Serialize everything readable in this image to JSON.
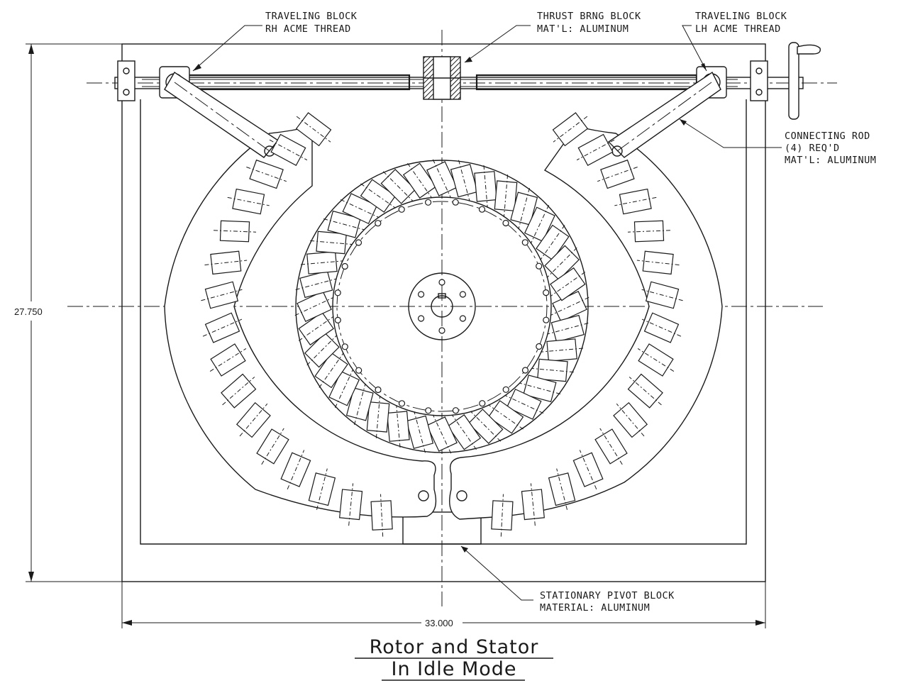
{
  "labels": {
    "traveling_block_rh": [
      "TRAVELING BLOCK",
      "RH ACME THREAD"
    ],
    "thrust_brng_block": [
      "THRUST BRNG BLOCK",
      "MAT'L: ALUMINUM"
    ],
    "traveling_block_lh": [
      "TRAVELING BLOCK",
      "LH ACME THREAD"
    ],
    "connecting_rod": [
      "CONNECTING ROD",
      "(4) REQ'D",
      "MAT'L: ALUMINUM"
    ],
    "stationary_pivot_block": [
      "STATIONARY PIVOT BLOCK",
      "MATERIAL: ALUMINUM"
    ]
  },
  "dimensions": {
    "height": "27.750",
    "width": "33.000"
  },
  "title": {
    "line1": "Rotor and Stator",
    "line2": "In Idle Mode"
  },
  "rotor": {
    "magnet_count": 36,
    "bolt_circle_holes": 24,
    "hub_holes": 6
  },
  "stator": {
    "left_magnets": 16,
    "right_magnets": 16
  }
}
